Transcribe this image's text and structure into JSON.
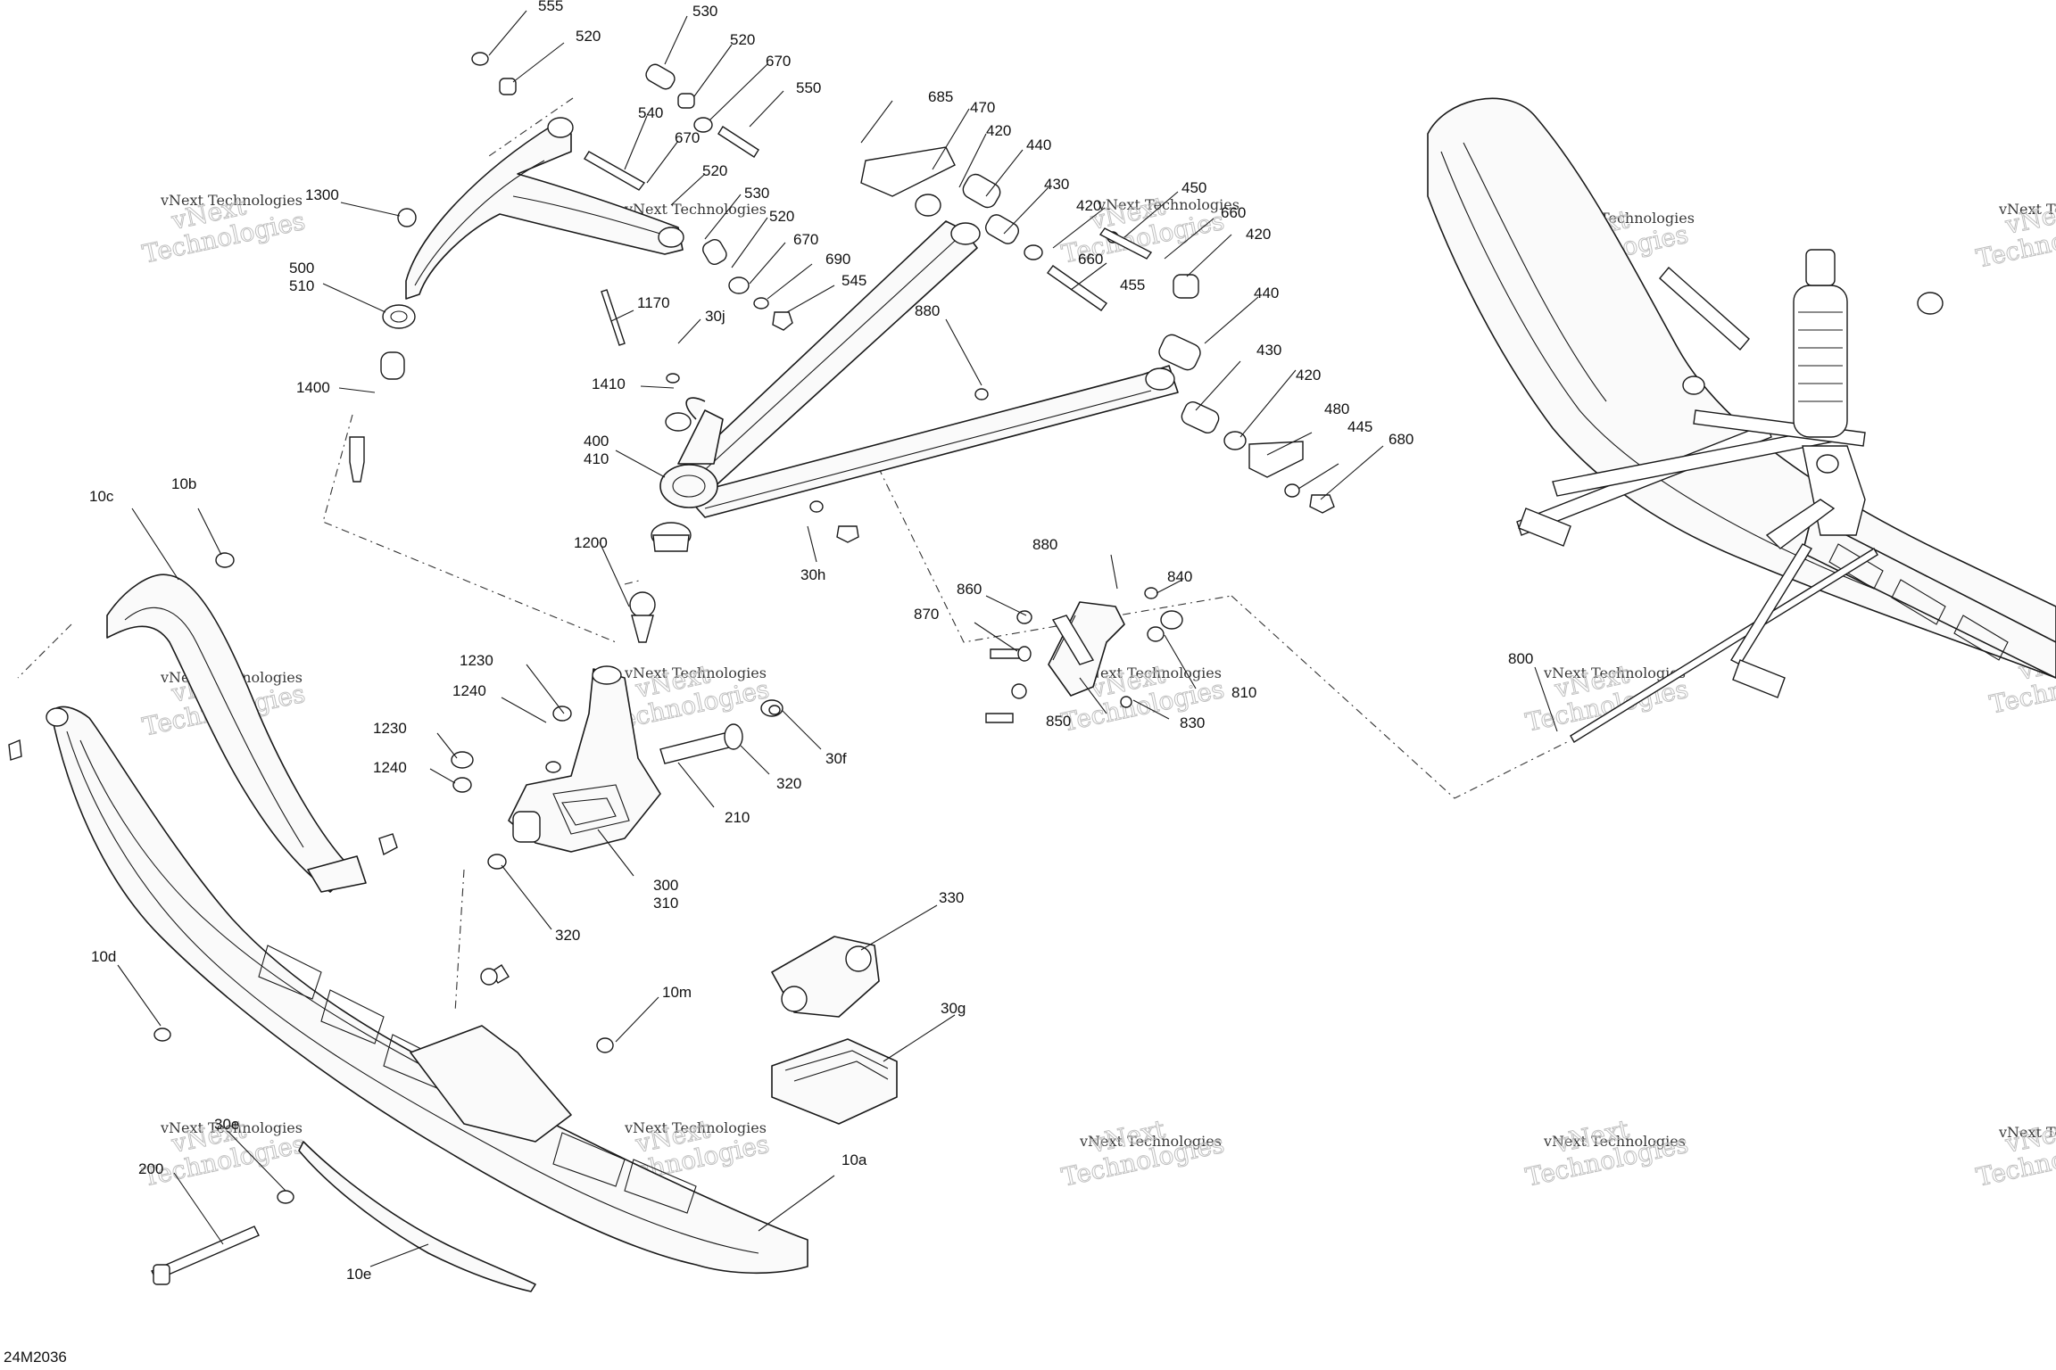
{
  "drawing_id": "24M2036",
  "watermark": {
    "small": "vNext Technologies",
    "big_1": "vNext",
    "big_2": "Technologies"
  },
  "callouts": [
    "555",
    "520",
    "530",
    "520",
    "670",
    "550",
    "540",
    "670",
    "520",
    "530",
    "520",
    "670",
    "690",
    "545",
    "1300",
    "500",
    "510",
    "1170",
    "30j",
    "1410",
    "1400",
    "400",
    "410",
    "685",
    "470",
    "420",
    "440",
    "430",
    "420",
    "450",
    "660",
    "660",
    "420",
    "455",
    "880",
    "440",
    "430",
    "420",
    "480",
    "445",
    "680",
    "30h",
    "1200",
    "10c",
    "10b",
    "1230",
    "1240",
    "1230",
    "1240",
    "210",
    "320",
    "30f",
    "300",
    "310",
    "320",
    "880",
    "840",
    "860",
    "870",
    "810",
    "850",
    "830",
    "800",
    "330",
    "30g",
    "10d",
    "10m",
    "30e",
    "200",
    "10a",
    "10e"
  ]
}
